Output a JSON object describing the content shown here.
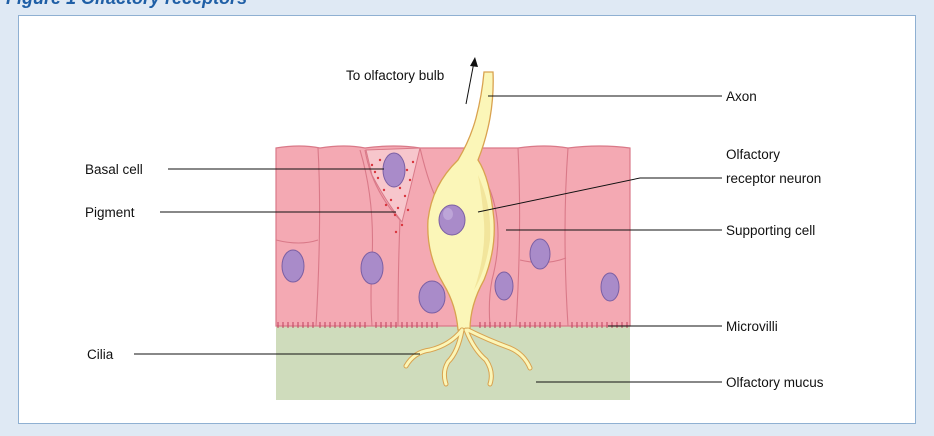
{
  "figure": {
    "title_partial": "Figure 1 Olfactory receptors",
    "colors": {
      "background": "#dfe9f4",
      "panel": "#ffffff",
      "tissue": "#f4a9b3",
      "tissue_edge": "#d97988",
      "basal_cell": "#f7c6cc",
      "pigment": "#d9363e",
      "neuron": "#fbf6b8",
      "neuron_edge": "#d9a24f",
      "nucleus": "#a98bc9",
      "mucus": "#cfdcbc",
      "microvilli": "#c0405c"
    }
  },
  "labels": {
    "to_olfactory_bulb": "To olfactory bulb",
    "axon": "Axon",
    "olfactory": "Olfactory",
    "receptor_neuron": "receptor neuron",
    "basal_cell": "Basal cell",
    "pigment": "Pigment",
    "supporting_cell": "Supporting cell",
    "microvilli": "Microvilli",
    "cilia": "Cilia",
    "olfactory_mucus": "Olfactory mucus"
  }
}
